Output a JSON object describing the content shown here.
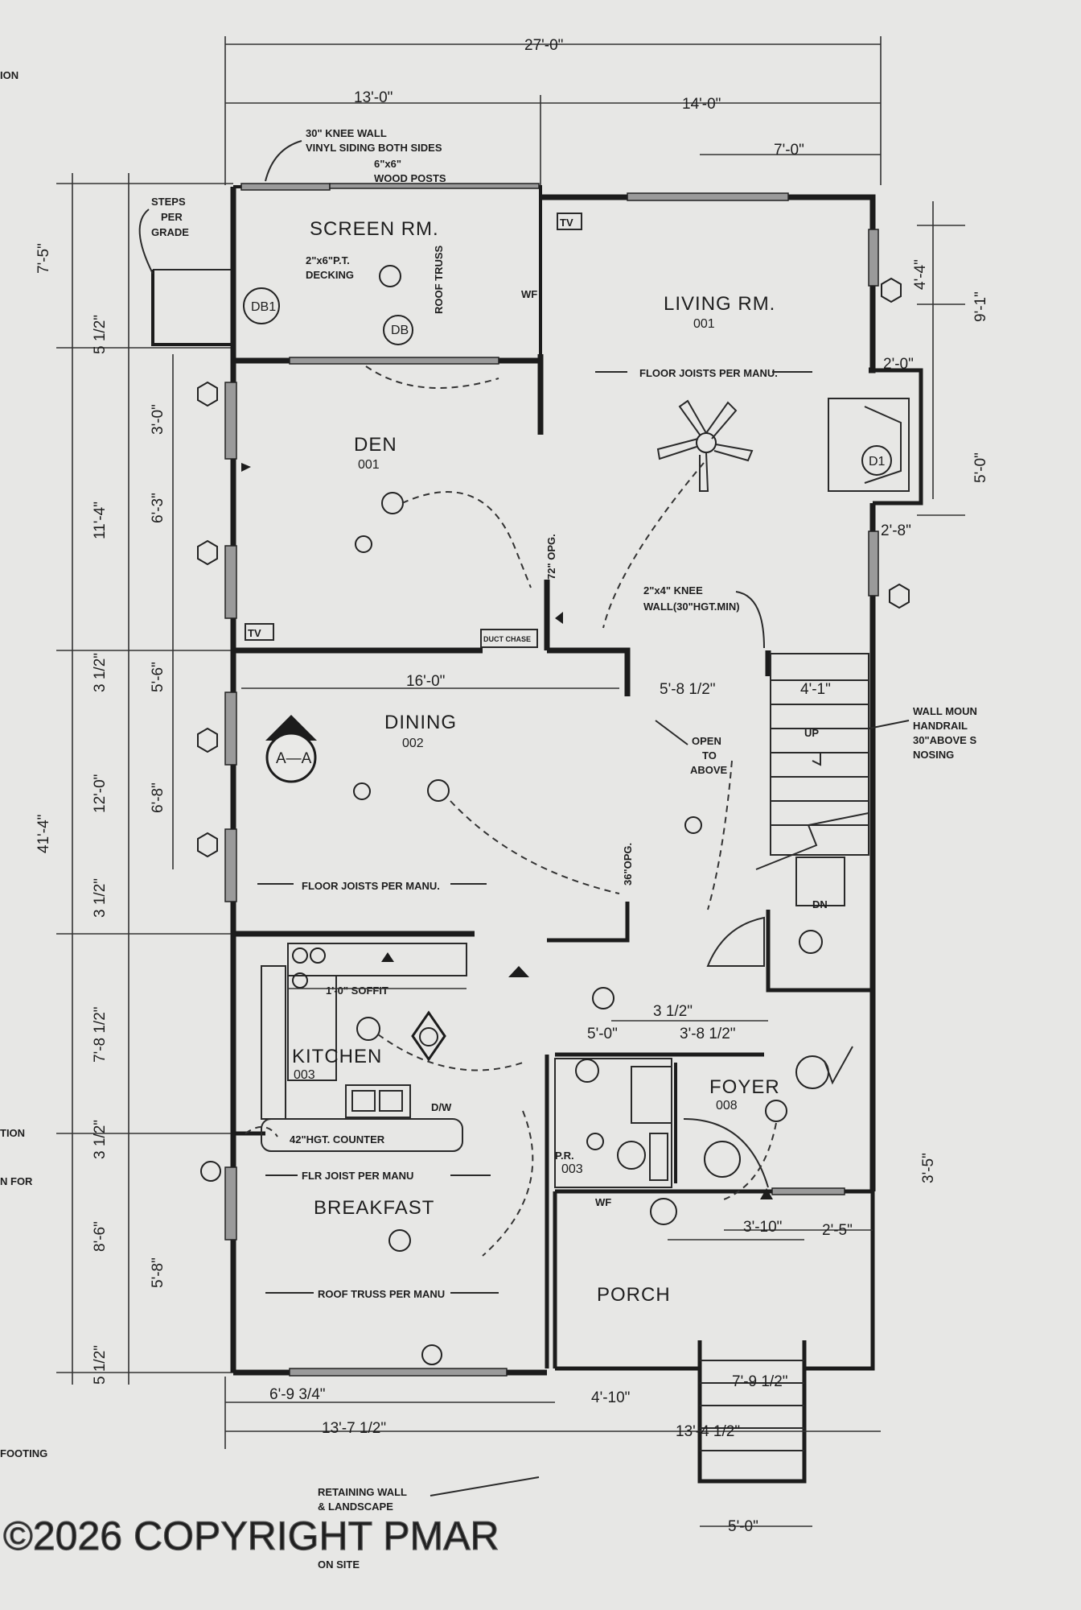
{
  "dimensions": {
    "overall_width": "27'-0\"",
    "top_left": "13'-0\"",
    "top_right": "14'-0\"",
    "top_living": "7'-0\"",
    "left_steps": "7'-5\"",
    "left_a": "5 1/2\"",
    "left_den_window": "3'-0\"",
    "left_den": "11'-4\"",
    "left_den_sub": "6'-3\"",
    "left_b": "3 1/2\"",
    "left_dining_top": "5'-6\"",
    "left_dining": "12'-0\"",
    "left_dining_sub": "6'-8\"",
    "left_total": "41'-4\"",
    "left_c": "3 1/2\"",
    "left_kitchen": "7'-8 1/2\"",
    "left_d": "3 1/2\"",
    "left_breakfast": "8'-6\"",
    "left_breakfast_sub": "5'-8\"",
    "left_e": "5 1/2\"",
    "right_a": "4'-4\"",
    "right_b": "9'-1\"",
    "right_c": "2'-0\"",
    "right_fireplace": "5'-0\"",
    "right_d": "2'-8\"",
    "right_foyer": "3'-5\"",
    "dining_width": "16'-0\"",
    "dining_gap": "5'-8 1/2\"",
    "stair_width": "4'-1\"",
    "kitchen_a": "3 1/2\"",
    "kitchen_b": "5'-0\"",
    "kitchen_c": "3'-8 1/2\"",
    "porch_a": "3'-10\"",
    "porch_b": "2'-5\"",
    "bottom_a": "6'-9 3/4\"",
    "bottom_b": "4'-10\"",
    "bottom_c": "7'-9 1/2\"",
    "bottom_left": "13'-7 1/2\"",
    "bottom_right": "13'-4 1/2\"",
    "bottom_steps": "5'-0\""
  },
  "rooms": {
    "screen": "SCREEN RM.",
    "living": "LIVING RM.",
    "living_num": "001",
    "den": "DEN",
    "den_num": "001",
    "dining": "DINING",
    "dining_num": "002",
    "kitchen": "KITCHEN",
    "kitchen_num": "003",
    "breakfast": "BREAKFAST",
    "foyer": "FOYER",
    "foyer_num": "008",
    "pr": "P.R.",
    "pr_num": "003",
    "porch": "PORCH"
  },
  "notes": {
    "knee_wall_1": "30\" KNEE WALL",
    "knee_wall_2": "VINYL SIDING BOTH SIDES",
    "posts_1": "6\"x6\"",
    "posts_2": "WOOD POSTS",
    "steps_1": "STEPS",
    "steps_2": "PER",
    "steps_3": "GRADE",
    "decking_1": "2\"x6\"P.T.",
    "decking_2": "DECKING",
    "roof_truss": "ROOF TRUSS",
    "floor_joists_living": "FLOOR JOISTS PER MANU.",
    "floor_joists_dining": "FLOOR JOISTS PER MANU.",
    "knee_wall_stair_1": "2\"x4\" KNEE",
    "knee_wall_stair_2": "WALL(30\"HGT.MIN)",
    "handrail_1": "WALL MOUN",
    "handrail_2": "HANDRAIL",
    "handrail_3": "30\"ABOVE S",
    "handrail_4": "NOSING",
    "open_1": "OPEN",
    "open_2": "TO",
    "open_3": "ABOVE",
    "up": "UP",
    "dn": "DN",
    "soffit": "1'-0\" SOFFIT",
    "counter": "42\"HGT. COUNTER",
    "dw": "D/W",
    "flr_joist": "FLR JOIST PER MANU",
    "roof_truss_breakfast": "ROOF TRUSS PER MANU",
    "retaining_1": "RETAINING WALL",
    "retaining_2": "& LANDSCAPE",
    "retaining_3": "ON SITE",
    "section_mark": "A—A",
    "tv_1": "TV",
    "tv_2": "TV",
    "wf_1": "WF",
    "wf_2": "WF",
    "ducts": "DUCT CHASE",
    "opening_den": "72\" OPG.",
    "opening_dining": "36\"OPG.",
    "db1": "DB1",
    "db2": "DB",
    "d01": "D1",
    "margin_1": "ION",
    "margin_2": "TION",
    "margin_3": "N FOR",
    "margin_4": "FOOTING"
  },
  "watermark": "©2026 COPYRIGHT PMAR"
}
